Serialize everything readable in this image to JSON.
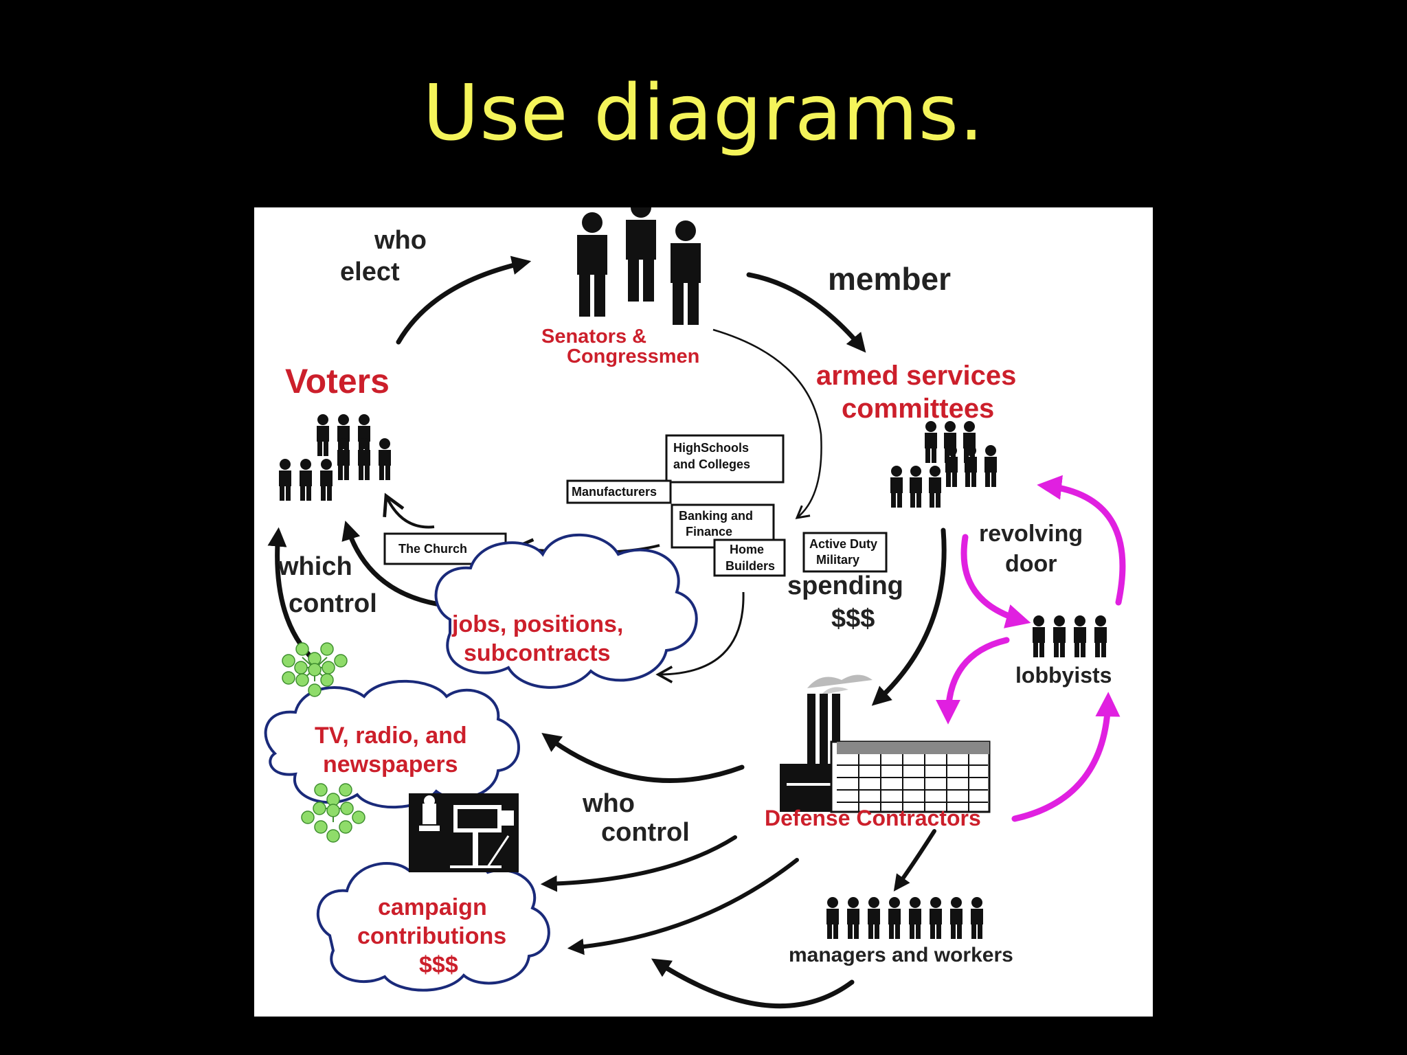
{
  "slide": {
    "title": "Use diagrams."
  },
  "colors": {
    "background": "#000000",
    "title": "#f4f45a",
    "panel": "#ffffff",
    "red_label": "#cc1f2b",
    "ink": "#111111",
    "revolving": "#e020e0",
    "cloud_border": "#1a2a7a",
    "node_green": "#8fdc6a"
  },
  "diagram": {
    "senators": {
      "line1": "Senators &",
      "line2": "Congressmen"
    },
    "voters": "Voters",
    "armed": {
      "line1": "armed services",
      "line2": "committees"
    },
    "who_elect": {
      "line1": "who",
      "line2": "elect"
    },
    "member": "member",
    "which_control": {
      "line1": "which",
      "line2": "control"
    },
    "spending": {
      "line1": "spending",
      "line2": "$$$"
    },
    "revolving": {
      "line1": "revolving",
      "line2": "door"
    },
    "lobbyists": "lobbyists",
    "defense": "Defense Contractors",
    "managers": "managers and workers",
    "who_control": {
      "line1": "who",
      "line2": "control"
    },
    "jobs": {
      "line1": "jobs, positions,",
      "line2": "subcontracts"
    },
    "media": {
      "line1": "TV, radio, and",
      "line2": "newspapers"
    },
    "campaign": {
      "line1": "campaign",
      "line2": "contributions",
      "line3": "$$$"
    },
    "boxes": {
      "highschools": {
        "line1": "HighSchools",
        "line2": "and Colleges"
      },
      "manufacturers": "Manufacturers",
      "banking": {
        "line1": "Banking and",
        "line2": "Finance"
      },
      "church": "The Church",
      "home": {
        "line1": "Home",
        "line2": "Builders"
      },
      "military": {
        "line1": "Active Duty",
        "line2": "Military"
      }
    }
  }
}
